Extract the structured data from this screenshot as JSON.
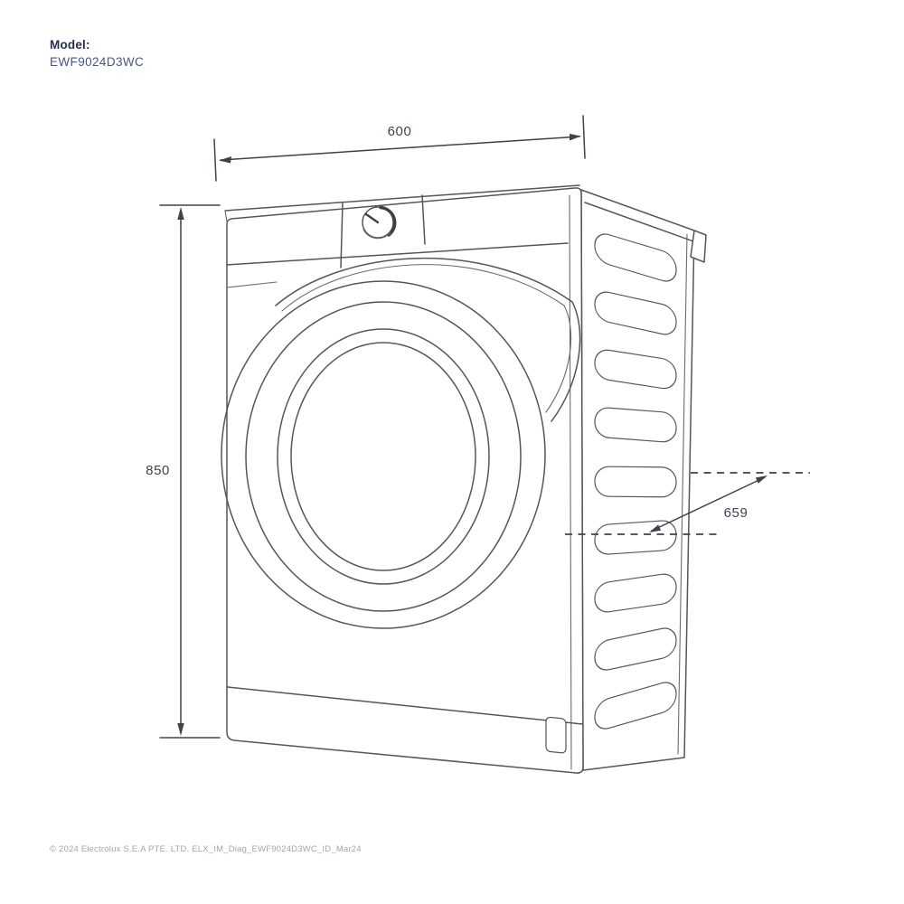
{
  "page": {
    "background": "#ffffff"
  },
  "model": {
    "label": "Model:",
    "value": "EWF9024D3WC"
  },
  "diagram": {
    "subject": "front-load washing machine dimension drawing",
    "view": "perspective front-left",
    "line_color": "#55565c",
    "dimension_color": "#3e4249"
  },
  "dimensions": {
    "width_mm": "600",
    "height_mm": "850",
    "depth_mm": "659"
  },
  "footer": {
    "text": "© 2024 Electrolux S.E.A PTE. LTD. ELX_IM_Diag_EWF9024D3WC_ID_Mar24"
  }
}
